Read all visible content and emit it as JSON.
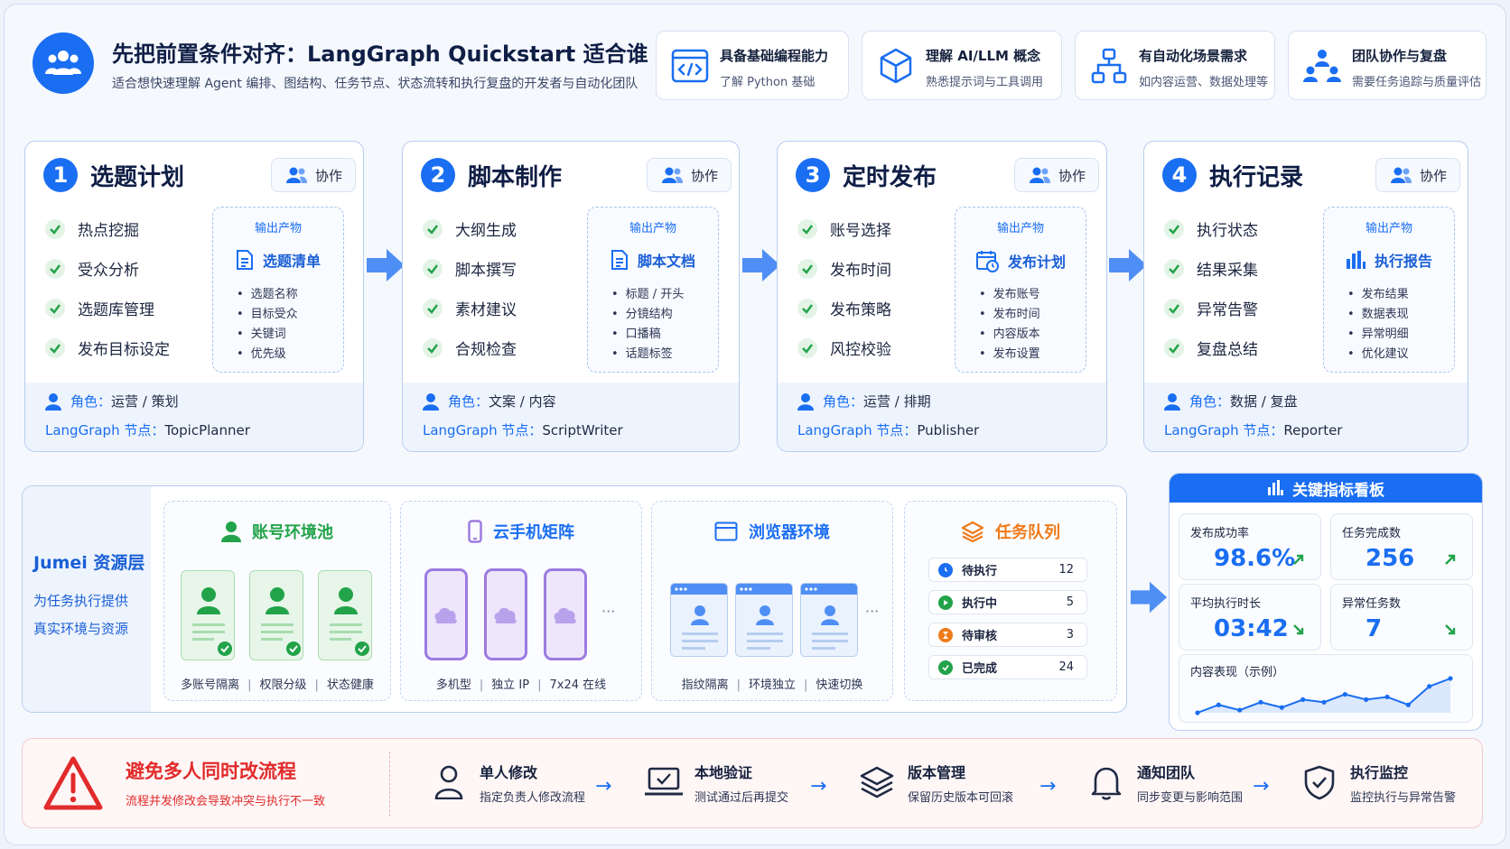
{
  "header": {
    "title": "先把前置条件对齐：LangGraph Quickstart 适合谁",
    "subtitle": "适合想快速理解 Agent 编排、图结构、任务节点、状态流转和执行复盘的开发者与自动化团队"
  },
  "prerequisites": [
    {
      "title": "具备基础编程能力",
      "desc": "了解 Python 基础",
      "icon": "code-icon"
    },
    {
      "title": "理解 AI/LLM 概念",
      "desc": "熟悉提示词与工具调用",
      "icon": "cube-icon"
    },
    {
      "title": "有自动化场景需求",
      "desc": "如内容运营、数据处理等",
      "icon": "flow-icon"
    },
    {
      "title": "团队协作与复盘",
      "desc": "需要任务追踪与质量评估",
      "icon": "team-icon"
    }
  ],
  "collab_label": "协作",
  "output_label": "输出产物",
  "role_key": "角色：",
  "node_key": "LangGraph 节点：",
  "steps": [
    {
      "num": "1",
      "title": "选题计划",
      "tasks": [
        "热点挖掘",
        "受众分析",
        "选题库管理",
        "发布目标设定"
      ],
      "output_title": "选题清单",
      "output_items": [
        "选题名称",
        "目标受众",
        "关键词",
        "优先级"
      ],
      "role": "运营 / 策划",
      "node": "TopicPlanner"
    },
    {
      "num": "2",
      "title": "脚本制作",
      "tasks": [
        "大纲生成",
        "脚本撰写",
        "素材建议",
        "合规检查"
      ],
      "output_title": "脚本文档",
      "output_items": [
        "标题 / 开头",
        "分镜结构",
        "口播稿",
        "话题标签"
      ],
      "role": "文案 / 内容",
      "node": "ScriptWriter"
    },
    {
      "num": "3",
      "title": "定时发布",
      "tasks": [
        "账号选择",
        "发布时间",
        "发布策略",
        "风控校验"
      ],
      "output_title": "发布计划",
      "output_items": [
        "发布账号",
        "发布时间",
        "内容版本",
        "发布设置"
      ],
      "role": "运营 / 排期",
      "node": "Publisher"
    },
    {
      "num": "4",
      "title": "执行记录",
      "tasks": [
        "执行状态",
        "结果采集",
        "异常告警",
        "复盘总结"
      ],
      "output_title": "执行报告",
      "output_items": [
        "发布结果",
        "数据表现",
        "异常明细",
        "优化建议"
      ],
      "role": "数据 / 复盘",
      "node": "Reporter"
    }
  ],
  "resource": {
    "title": "Jumei 资源层",
    "desc_line1": "为任务执行提供",
    "desc_line2": "真实环境与资源",
    "pools": [
      {
        "title": "账号环境池",
        "features": [
          "多账号隔离",
          "权限分级",
          "状态健康"
        ]
      },
      {
        "title": "云手机矩阵",
        "features": [
          "多机型",
          "独立 IP",
          "7x24 在线"
        ]
      },
      {
        "title": "浏览器环境",
        "features": [
          "指纹隔离",
          "环境独立",
          "快速切换"
        ]
      }
    ],
    "ellipsis": "···",
    "queue": {
      "title": "任务队列",
      "rows": [
        {
          "name": "待执行",
          "value": "12",
          "color": "#1a6ef2"
        },
        {
          "name": "执行中",
          "value": "5",
          "color": "#22a34a"
        },
        {
          "name": "待审核",
          "value": "3",
          "color": "#f07a1a"
        },
        {
          "name": "已完成",
          "value": "24",
          "color": "#22a34a"
        }
      ]
    }
  },
  "kpi": {
    "title": "关键指标看板",
    "cells": [
      {
        "label": "发布成功率",
        "value": "98.6%",
        "trend": "up"
      },
      {
        "label": "任务完成数",
        "value": "256",
        "trend": "up"
      },
      {
        "label": "平均执行时长",
        "value": "03:42",
        "trend": "down"
      },
      {
        "label": "异常任务数",
        "value": "7",
        "trend": "down"
      }
    ],
    "chart_label": "内容表现（示例）",
    "trend_values": [
      3,
      6,
      4,
      7,
      5,
      8,
      7,
      10,
      8,
      9,
      6,
      13,
      16
    ]
  },
  "warning": {
    "title": "避免多人同时改流程",
    "subtitle": "流程并发修改会导致冲突与执行不一致",
    "steps": [
      {
        "title": "单人修改",
        "desc": "指定负责人修改流程",
        "icon": "person-icon"
      },
      {
        "title": "本地验证",
        "desc": "测试通过后再提交",
        "icon": "laptop-icon"
      },
      {
        "title": "版本管理",
        "desc": "保留历史版本可回滚",
        "icon": "layers-icon"
      },
      {
        "title": "通知团队",
        "desc": "同步变更与影响范围",
        "icon": "bell-icon"
      },
      {
        "title": "执行监控",
        "desc": "监控执行与异常告警",
        "icon": "shield-icon"
      }
    ]
  },
  "colors": {
    "primary": "#1a6ef2",
    "success": "#22a34a",
    "danger": "#e22b2b",
    "warning": "#f07a1a",
    "purple": "#9d7be0"
  }
}
